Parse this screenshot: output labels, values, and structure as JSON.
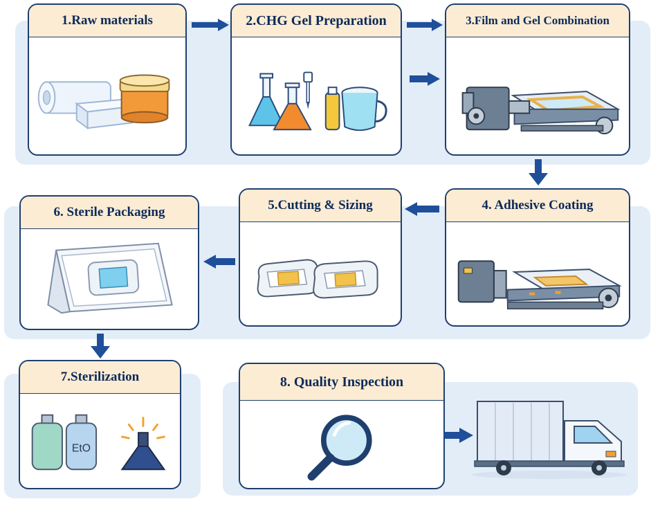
{
  "steps": [
    {
      "label": "1.Raw materials"
    },
    {
      "label": "2.CHG Gel Preparation"
    },
    {
      "label": "3.Film and Gel Combination"
    },
    {
      "label": "4. Adhesive Coating"
    },
    {
      "label": "5.Cutting & Sizing"
    },
    {
      "label": "6. Sterile Packaging"
    },
    {
      "label": "7.Sterilization"
    },
    {
      "label": "8. Quality Inspection"
    }
  ],
  "eto_label": "EtO",
  "colors": {
    "band": "#e3edf8",
    "header": "#fbecd3",
    "border": "#1f3f6e",
    "arrow": "#1f4f9a",
    "header_text": "#0d2a5a"
  }
}
